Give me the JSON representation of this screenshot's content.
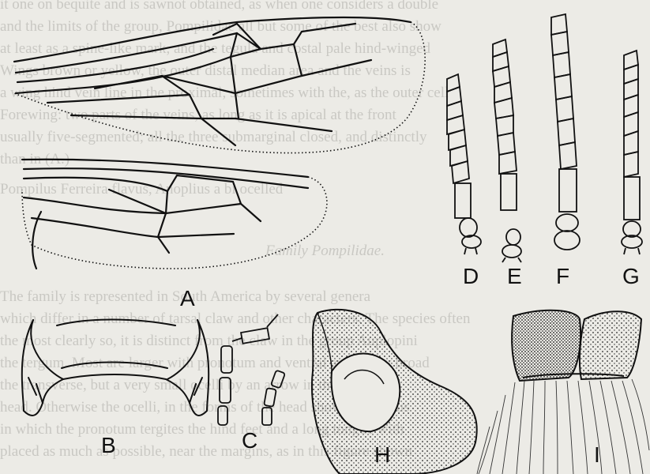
{
  "figure": {
    "labels": {
      "A": "A",
      "B": "B",
      "C": "C",
      "D": "D",
      "E": "E",
      "F": "F",
      "G": "G",
      "H": "H",
      "I": "I"
    }
  },
  "background_text": [
    "it one on bequite and is sawnot obtained, as when one considers a double",
    "and the limits of the group, Pompilidae all but some of the best also show",
    "at least as a spine-like mark, and the tegula and costal pale hind-winged",
    "Wings brown or yellow, the outer distal median area and the veins is",
    "a wing hind vein line in the proximal; sometimes with the, as the outer cell",
    "Forewing: two parts of the veins, as long as it is apical at the front",
    "usually five-segmented; all the three submarginal closed, and distinctly",
    "than in (A.)",
    "Pompilus Ferreira flavus, Anoplius a bi ocelled",
    "Family Pompilidae.",
    "The family is represented in South America by several genera",
    "which differ in a number of tarsal claw and other characters. The species often",
    "the most clearly so, it is distinct from the claw in the group Auplopini",
    "the tergum. Most are larger with pronotum and ventral areas very broad",
    "the transverse, but a very small ocelli by an arrow in the cephalic",
    "head. Otherwise the ocelli, in the forms of the head show, an ocellus",
    "in which the pronotum tergites the hind feet and a long tongue with",
    "placed as much as possible, near the margins, as in this figure shown"
  ]
}
